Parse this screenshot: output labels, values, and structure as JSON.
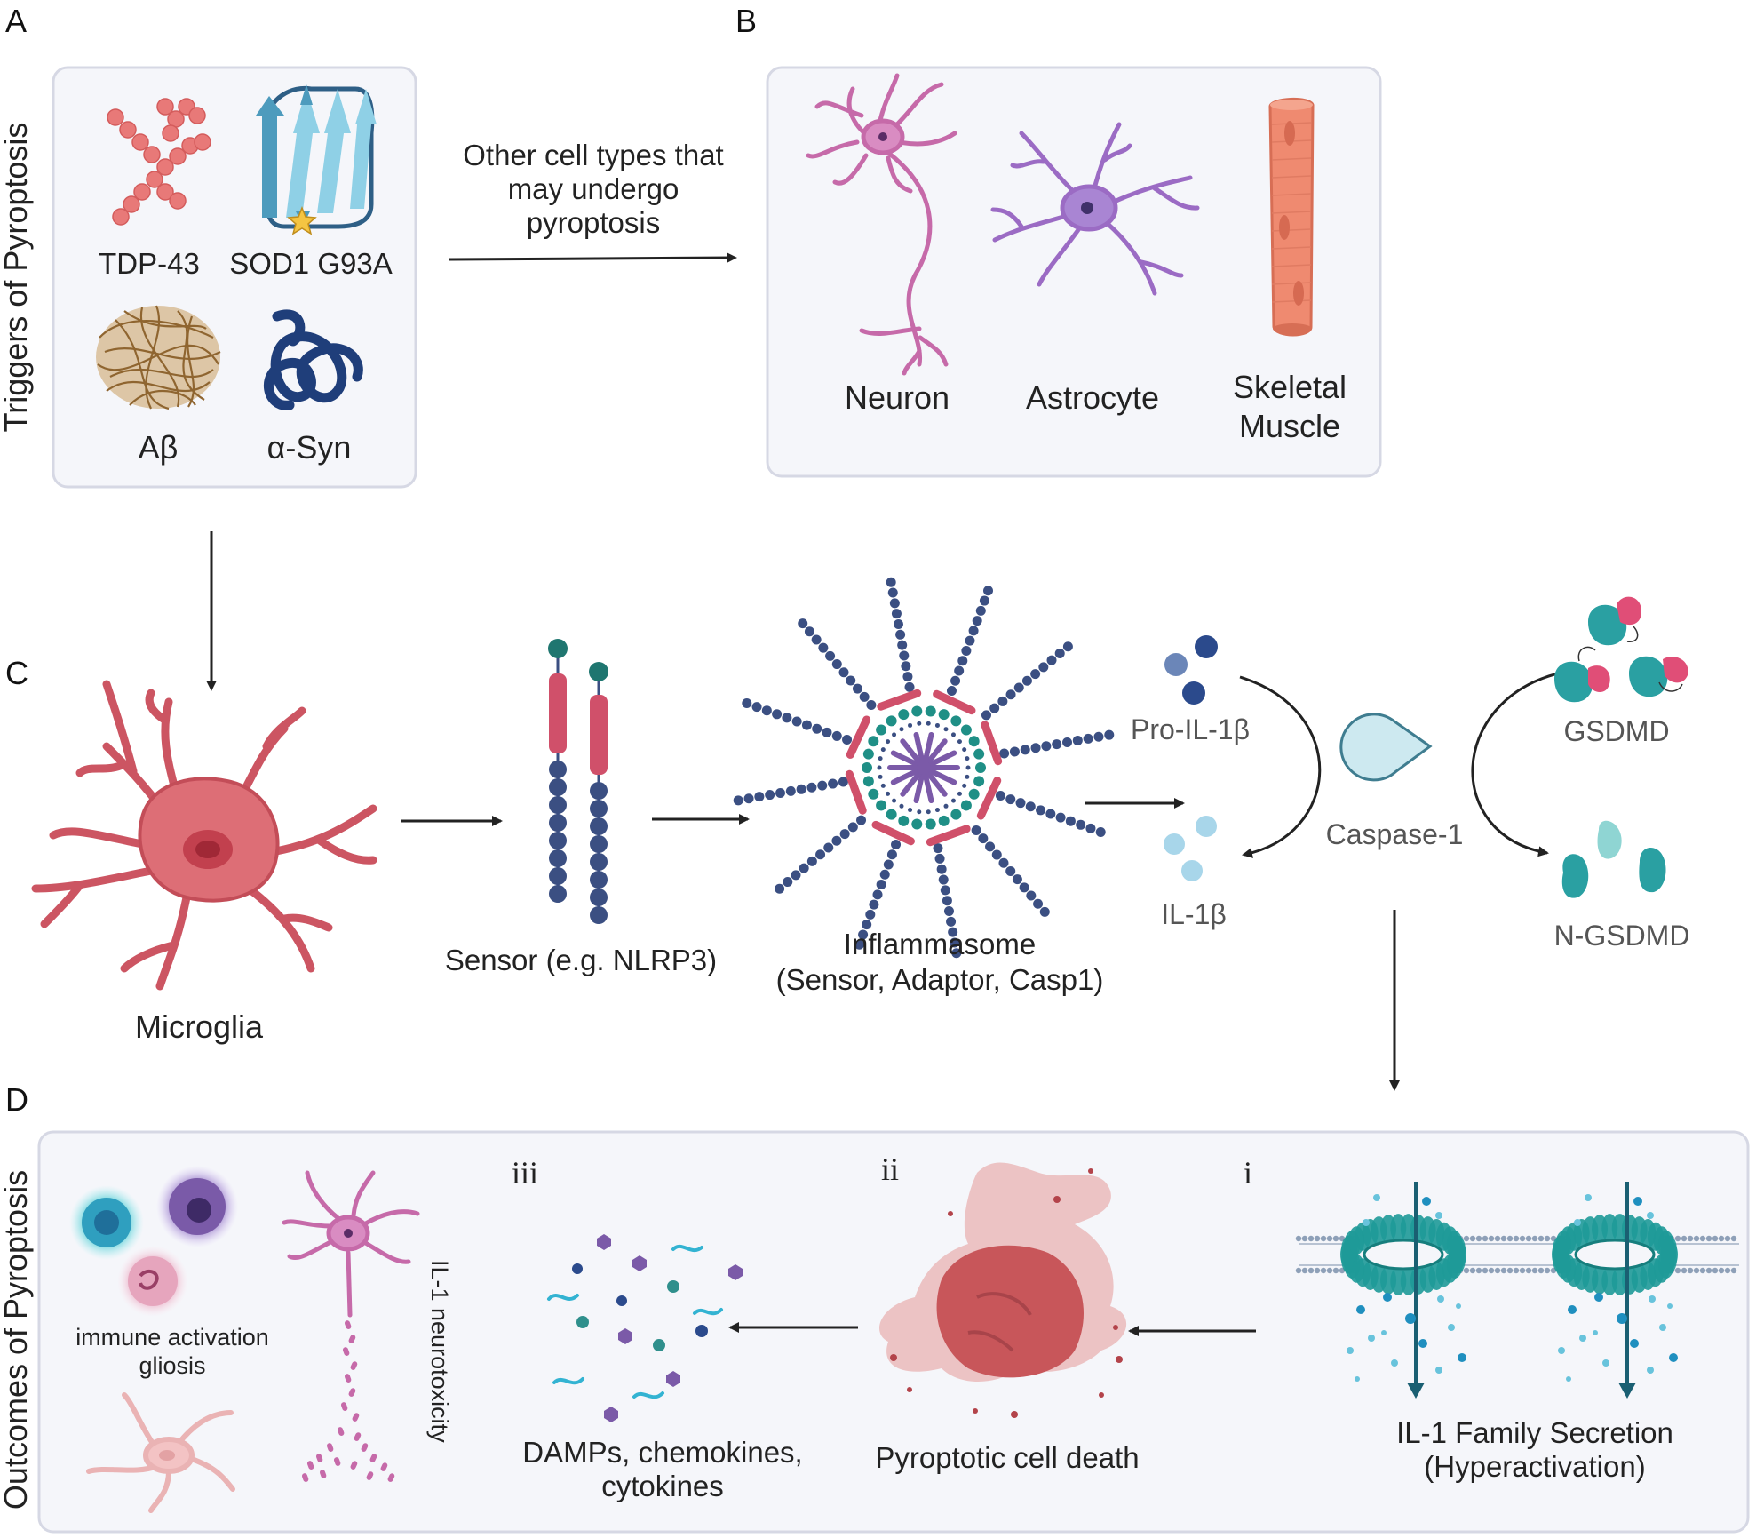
{
  "panels": {
    "a": "A",
    "b": "B",
    "c": "C",
    "d": "D"
  },
  "panel_a": {
    "side_title": "Triggers of Pyroptosis",
    "tdp43": "TDP-43",
    "sod1": "SOD1 G93A",
    "abeta": "Aβ",
    "asyn": "α-Syn"
  },
  "arrow_ab_label": {
    "line1": "Other cell types that",
    "line2": "may undergo",
    "line3": "pyroptosis"
  },
  "panel_b": {
    "neuron": "Neuron",
    "astrocyte": "Astrocyte",
    "muscle_line1": "Skeletal",
    "muscle_line2": "Muscle"
  },
  "panel_c": {
    "microglia": "Microglia",
    "sensor": "Sensor (e.g. NLRP3)",
    "inflammasome_line1": "Inflammasome",
    "inflammasome_line2": "(Sensor, Adaptor, Casp1)",
    "pro_il1b": "Pro-IL-1β",
    "il1b": "IL-1β",
    "caspase1": "Caspase-1",
    "gsdmd": "GSDMD",
    "n_gsdmd": "N-GSDMD"
  },
  "panel_d": {
    "side_title": "Outcomes of Pyroptosis",
    "immune_line1": "immune activation",
    "immune_line2": "gliosis",
    "neurotoxicity": "IL-1 neurotoxicity",
    "roman_iii": "iii",
    "roman_ii": "ii",
    "roman_i": "i",
    "damps_line1": "DAMPs, chemokines,",
    "damps_line2": "cytokines",
    "death": "Pyroptotic cell death",
    "secretion_line1": "IL-1 Family Secretion",
    "secretion_line2": "(Hyperactivation)"
  },
  "colors": {
    "microglia": "#d9646e",
    "neuron_pink": "#c75fa8",
    "astrocyte": "#9b6bc4",
    "muscle": "#ef8a70",
    "teal": "#2a9a9c",
    "navy": "#3b4f82",
    "sensor_red": "#d0506a"
  }
}
